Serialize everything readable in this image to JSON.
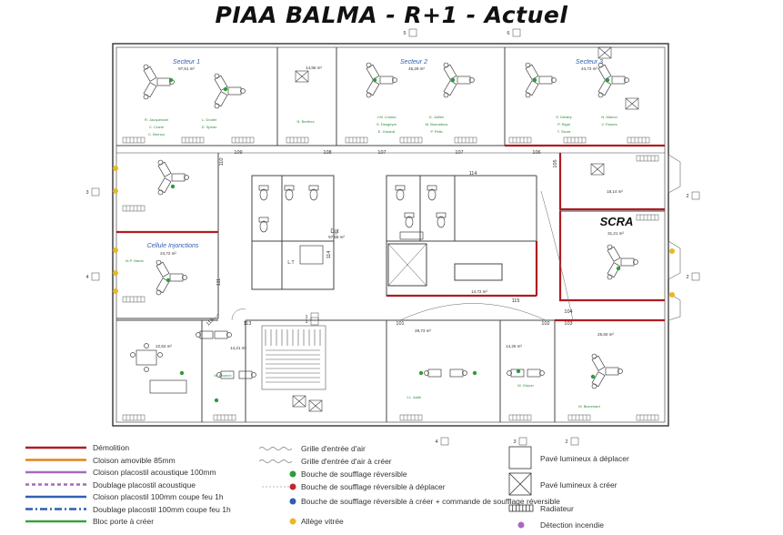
{
  "title": "PIAA BALMA - R+1 - Actuel",
  "zones": {
    "secteur1": "Secteur 1",
    "secteur2": "Secteur 2",
    "secteur3": "Secteur 3",
    "cellule": "Cellule Injonctions",
    "scra": "SCRA"
  },
  "areas": [
    "97,51 m²",
    "14,86 m²",
    "46,29 m²",
    "44,72 m²",
    "18,14 m²",
    "24,72 m²",
    "31,21 m²",
    "97,58 m²",
    "14,72 m²",
    "22,62 m²",
    "14,21 m²",
    "28,73 m²",
    "14,26 m²",
    "25,60 m²"
  ],
  "dgt": "Dgt",
  "lt": "L.T",
  "doors": [
    "109",
    "110",
    "108",
    "107",
    "107",
    "106",
    "105",
    "114",
    "111",
    "112",
    "113",
    "101",
    "102",
    "103",
    "104",
    "115",
    "114"
  ],
  "windows": [
    "5",
    "6",
    "3",
    "2",
    "2",
    "4",
    "4",
    "3",
    "2",
    "1",
    "1"
  ],
  "names": {
    "s1": [
      "R. Jacquemart",
      "L. Drullet",
      "C. Crane",
      "D. Spedo",
      "C. Bernou"
    ],
    "bertho": "N. Berthes",
    "s2": [
      "J.M. Lhardo",
      "D. Jullien",
      "S. Desgeyre",
      "M. Bonnafous",
      "E. Grazioli",
      "P. Pélis"
    ],
    "s3": [
      "S. Delatry",
      "N. Manon",
      "P. Rigal",
      "V. Paurès",
      "T. Sicart"
    ],
    "cellule": "M.P. Nardo",
    "pouech": "M. Pouech",
    "autie": "J.L. Autié",
    "gripon": "M. Gripon",
    "blanchard": "M. Blanchard"
  },
  "legend_left": [
    {
      "label": "Démolition",
      "color": "#b01c22",
      "style": "solid"
    },
    {
      "label": "Cloison amovible 85mm",
      "color": "#e0821e",
      "style": "solid"
    },
    {
      "label": "Cloison placostil acoustique 100mm",
      "color": "#a66bbe",
      "style": "solid"
    },
    {
      "label": "Doublage placostil acoustique",
      "color": "#a66bbe",
      "style": "dashed"
    },
    {
      "label": "Cloison placostil 100mm coupe feu 1h",
      "color": "#2f5fb0",
      "style": "solid"
    },
    {
      "label": "Doublage placostil 100mm coupe feu 1h",
      "color": "#2f5fb0",
      "style": "dashdot"
    },
    {
      "label": "Bloc porte à créer",
      "color": "#3aa040",
      "style": "solid"
    }
  ],
  "legend_mid": [
    {
      "label": "Grille d'entrée d'air",
      "symbol": "wave"
    },
    {
      "label": "Grille d'entrée d'air à créer",
      "symbol": "wave"
    },
    {
      "label": "Bouche de soufflage réversible",
      "symbol": "dot-green"
    },
    {
      "label": "Bouche de soufflage réversible à déplacer",
      "symbol": "dot-red"
    },
    {
      "label": "Bouche de soufflage réversible à créer + commande de soufflage réversible",
      "symbol": "dot-blue"
    },
    {
      "label": "Allège vitrée",
      "symbol": "dot-yellow"
    }
  ],
  "legend_right": [
    {
      "label": "Pavé lumineux à déplacer",
      "symbol": "square"
    },
    {
      "label": "Pavé lumineux à créer",
      "symbol": "square-x"
    },
    {
      "label": "Radiateur",
      "symbol": "radiator"
    },
    {
      "label": "Détection incendie",
      "symbol": "dot-purple"
    }
  ]
}
